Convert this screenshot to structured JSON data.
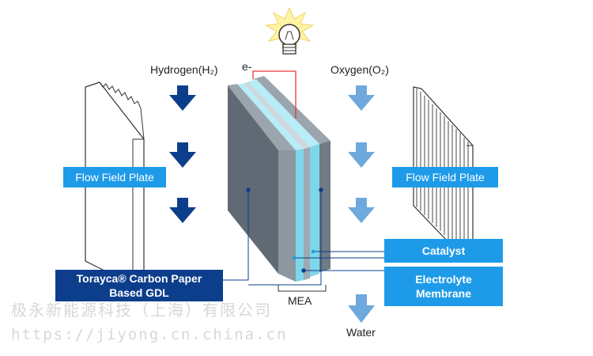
{
  "labels": {
    "hydrogen": "Hydrogen(H₂)",
    "oxygen": "Oxygen(O₂)",
    "electron": "e-",
    "flow_plate_left": "Flow Field Plate",
    "flow_plate_right": "Flow Field Plate",
    "catalyst": "Catalyst",
    "electrolyte_line1": "Electrolyte",
    "electrolyte_line2": "Membrane",
    "gdl_line1": "Torayca® Carbon Paper",
    "gdl_line2": "Based GDL",
    "mea": "MEA",
    "water": "Water"
  },
  "watermark": {
    "line1": "极永新能源科技（上海）有限公司",
    "line2": "https://jiyong.cn.china.cn"
  },
  "colors": {
    "hydrogen_arrow": "#0d3e8c",
    "oxygen_arrow": "#6fa8dc",
    "label_blue": "#1e9be8",
    "label_navy": "#0d3e8c",
    "gdl_gray": "#5f6a74",
    "membrane_cyan": "#7dd6ea",
    "circuit_red": "#e53935",
    "bulb_yellow": "#fff3a6"
  },
  "icons": [
    "lightbulb-icon",
    "arrow-down-icon"
  ]
}
